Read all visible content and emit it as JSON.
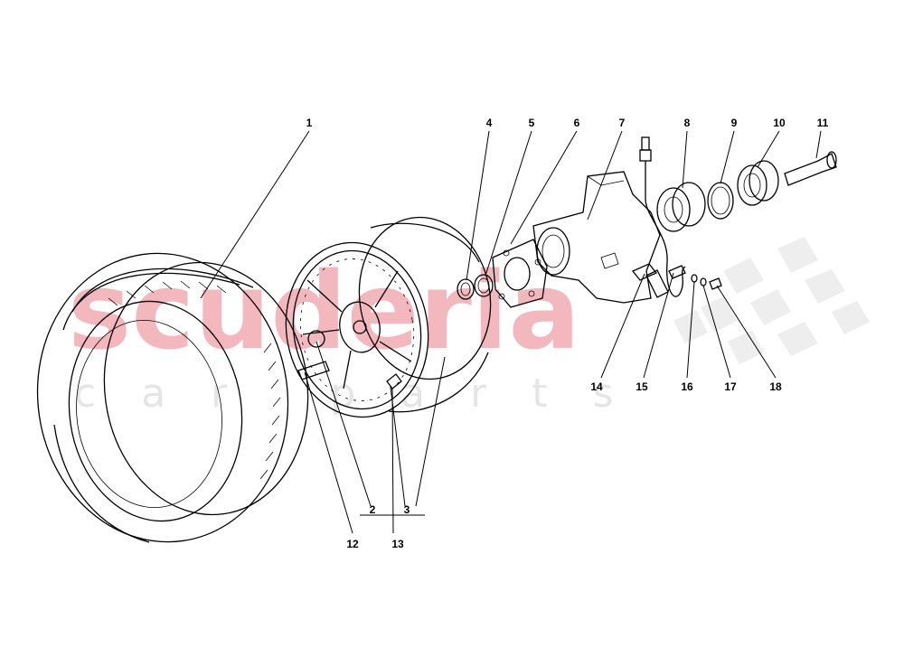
{
  "watermark": {
    "brand_text": "scuderia",
    "sub_text": "car parts"
  },
  "callouts": [
    {
      "id": "1",
      "label": "1"
    },
    {
      "id": "2",
      "label": "2"
    },
    {
      "id": "3",
      "label": "3"
    },
    {
      "id": "4",
      "label": "4"
    },
    {
      "id": "5",
      "label": "5"
    },
    {
      "id": "6",
      "label": "6"
    },
    {
      "id": "7",
      "label": "7"
    },
    {
      "id": "8",
      "label": "8"
    },
    {
      "id": "9",
      "label": "9"
    },
    {
      "id": "10",
      "label": "10"
    },
    {
      "id": "11",
      "label": "11"
    },
    {
      "id": "12",
      "label": "12"
    },
    {
      "id": "13",
      "label": "13"
    },
    {
      "id": "14",
      "label": "14"
    },
    {
      "id": "15",
      "label": "15"
    },
    {
      "id": "16",
      "label": "16"
    },
    {
      "id": "17",
      "label": "17"
    },
    {
      "id": "18",
      "label": "18"
    }
  ],
  "colors": {
    "watermark_red": "#f3b8bd",
    "watermark_grey": "#e5e5e5",
    "line": "#000000"
  }
}
